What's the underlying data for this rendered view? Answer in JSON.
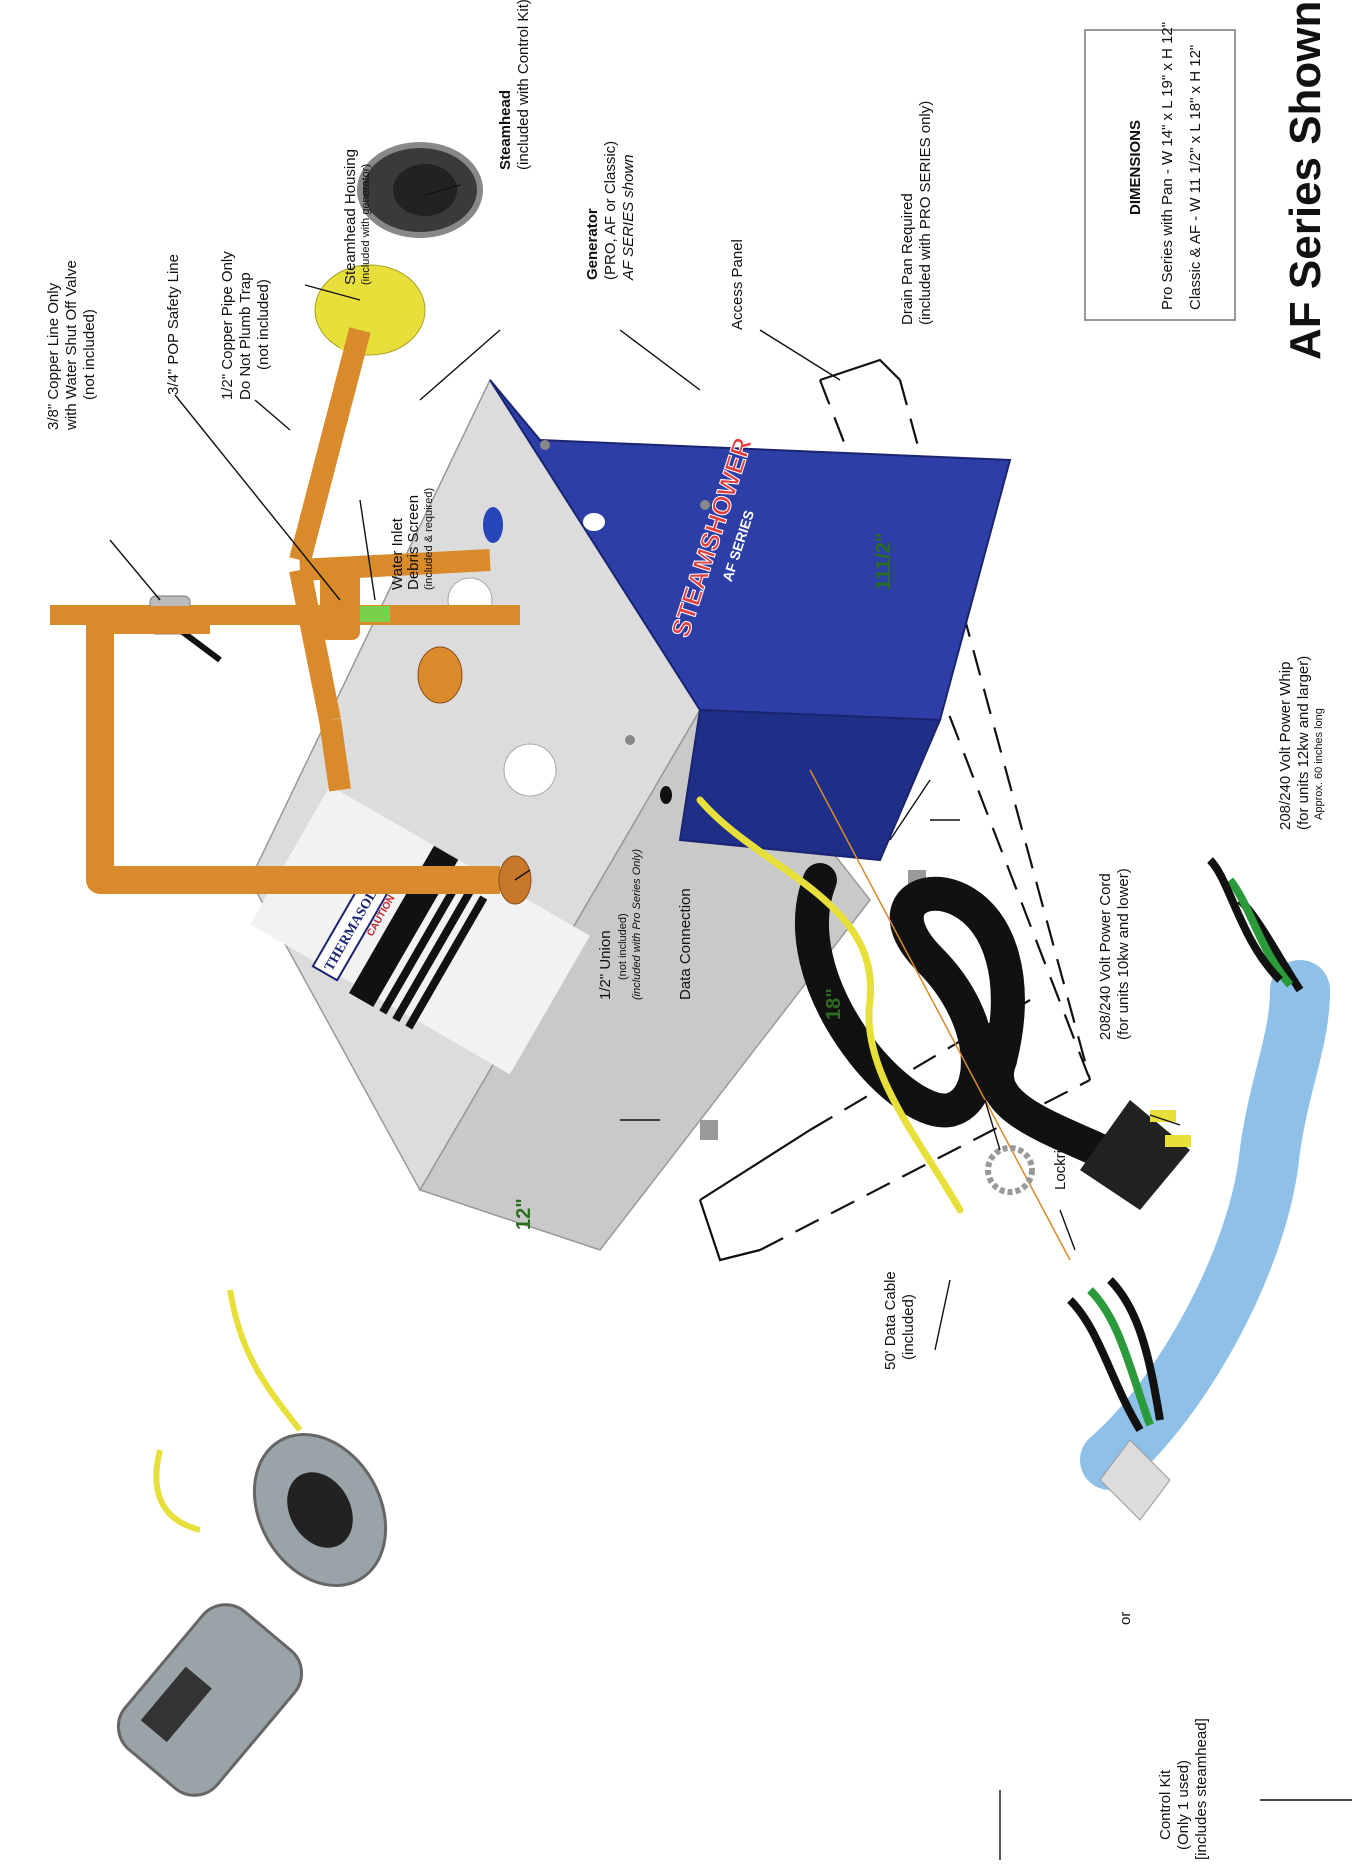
{
  "title": "AF Series Shown",
  "colors": {
    "generator_blue": "#2d3fa6",
    "copper": "#d98a2a",
    "yellow": "#e8e03a",
    "grey_box": "#d9d9d9",
    "cable_blue": "#8fc0e8",
    "dimension_green": "#2a6e1e"
  },
  "dimensions": {
    "heading": "DIMENSIONS",
    "pro": "Pro Series with Pan - W 14\" x L 19\" x H 12\"",
    "classic": "Classic & AF - W 11 1/2\" x L 18\" x H 12\""
  },
  "measurements": {
    "width": "111/2\"",
    "length": "18\"",
    "height": "12\""
  },
  "labels": {
    "copper_line": [
      "3/8\" Copper Line Only",
      "with Water Shut Off Valve",
      "(not included)"
    ],
    "pop_line": [
      "3/4\" POP Safety Line"
    ],
    "copper_pipe": [
      "1/2\" Copper Pipe Only",
      "Do Not Plumb Trap",
      "(not included)"
    ],
    "steamhead_housing": [
      "Steamhead Housing",
      "(included with generator)"
    ],
    "steamhead": [
      "Steamhead",
      "(included with Control Kit)"
    ],
    "generator": [
      "Generator",
      "(PRO, AF or Classic)",
      "AF SERIES shown"
    ],
    "access_panel": [
      "Access Panel"
    ],
    "drain_pan": [
      "Drain Pan Required",
      "(included with PRO SERIES only)"
    ],
    "water_inlet": [
      "Water Inlet",
      "Debris Screen",
      "(included & required)"
    ],
    "union": [
      "1/2\" Union",
      "(not included)",
      "(included with Pro Series Only)"
    ],
    "data_connection": [
      "Data Connection"
    ],
    "power_cord": [
      "208/240 Volt Power Cord",
      "(for units 10kw and lower)"
    ],
    "lockring": [
      "Lockring"
    ],
    "data_cable": [
      "50' Data Cable",
      "(included)"
    ],
    "power_whip": [
      "208/240 Volt Power Whip",
      "(for units 12kw and larger)",
      "Approx. 60 inches long"
    ],
    "control_kit": [
      "Control Kit",
      "(Only 1 used)",
      "[includes steamhead]"
    ],
    "or": "or"
  },
  "brand": {
    "side_logo": "THERMASOL",
    "lid_logo": "STEAMSHOWER",
    "lid_sub": "AF SERIES",
    "warning": "CAUTION"
  }
}
